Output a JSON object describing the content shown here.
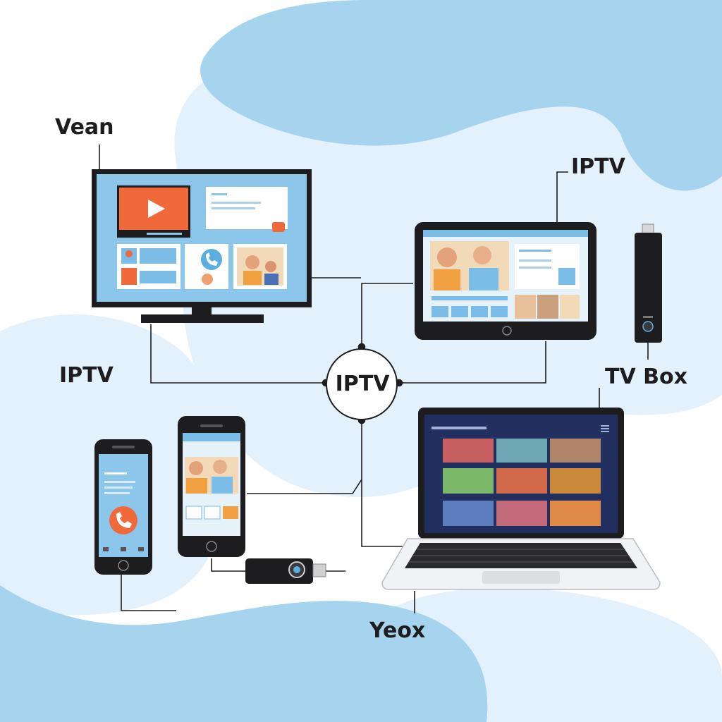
{
  "labels": {
    "monitor": "Vean",
    "tablet": "IPTV",
    "left": "IPTV",
    "stick": "TV Box",
    "laptop": "Yeox",
    "hub": "IPTV"
  },
  "colors": {
    "blob": "#a6d3ee",
    "blob_light": "#e0f0fa",
    "screen_blue": "#7bbde6",
    "accent_orange": "#f0693a",
    "device_black": "#1d1d1f",
    "laptop_screen": "#223060",
    "line": "#1d1d1f"
  },
  "icons": [
    "play-icon",
    "phone-icon",
    "camera-icon",
    "menu-icon",
    "person-icon"
  ]
}
